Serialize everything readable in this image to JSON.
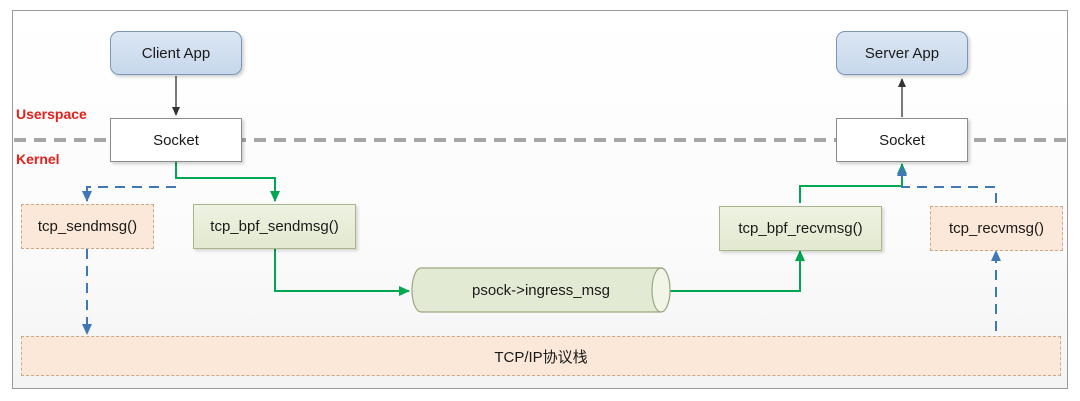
{
  "zones": {
    "userspace": "Userspace",
    "kernel": "Kernel"
  },
  "nodes": {
    "client_app": "Client App",
    "server_app": "Server App",
    "client_socket": "Socket",
    "server_socket": "Socket",
    "tcp_sendmsg": "tcp_sendmsg()",
    "tcp_bpf_sendmsg": "tcp_bpf_sendmsg()",
    "tcp_bpf_recvmsg": "tcp_bpf_recvmsg()",
    "tcp_recvmsg": "tcp_recvmsg()",
    "ingress_queue": "psock->ingress_msg",
    "tcp_ip_stack": "TCP/IP协议栈"
  },
  "colors": {
    "bpf_path": "#00a651",
    "default_path": "#3f78b5",
    "zone_label": "#e3201b",
    "boundary": "#a6a6a6"
  }
}
